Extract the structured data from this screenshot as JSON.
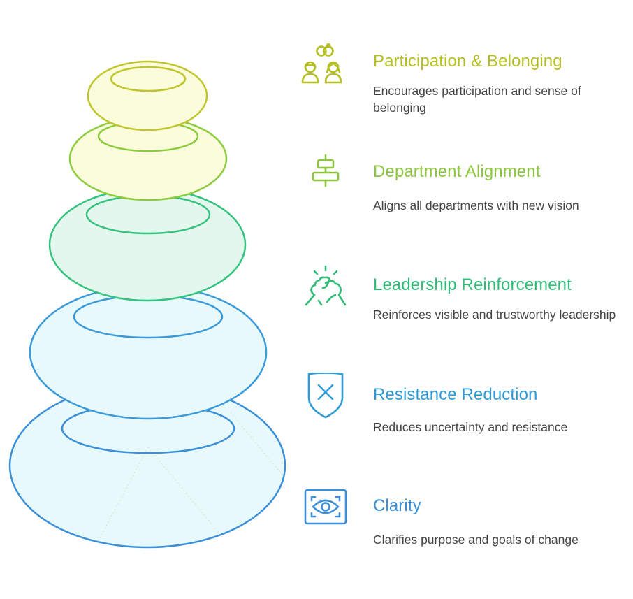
{
  "diagram": {
    "type": "stacked-stones",
    "stones": [
      {
        "level": 1,
        "label": "Participation & Belonging",
        "fill": "#fafcdc",
        "stroke": "#bfc52a"
      },
      {
        "level": 2,
        "label": "Department Alignment",
        "fill": "#fafcdc",
        "stroke": "#8ccb3c"
      },
      {
        "level": 3,
        "label": "Leadership Reinforcement",
        "fill": "#e3f7ee",
        "stroke": "#34c27e"
      },
      {
        "level": 4,
        "label": "Resistance Reduction",
        "fill": "#e8f9fb",
        "stroke": "#3a9ad9"
      },
      {
        "level": 5,
        "label": "Clarity",
        "fill": "#e8f9fb",
        "stroke": "#3a8fd8"
      }
    ]
  },
  "items": [
    {
      "icon": "people-with-rings-icon",
      "title": "Participation & Belonging",
      "description": "Encourages participation and sense of belonging",
      "color": "#b5bf22"
    },
    {
      "icon": "align-center-icon",
      "title": "Department Alignment",
      "description": "Aligns all departments with new vision",
      "color": "#8cc63e"
    },
    {
      "icon": "handshake-icon",
      "title": "Leadership Reinforcement",
      "description": "Reinforces visible and trustworthy leadership",
      "color": "#2fbd78"
    },
    {
      "icon": "shield-x-icon",
      "title": "Resistance Reduction",
      "description": "Reduces uncertainty and resistance",
      "color": "#2f9bd6"
    },
    {
      "icon": "eye-scan-icon",
      "title": "Clarity",
      "description": "Clarifies purpose and goals of change",
      "color": "#3a8fd8"
    }
  ]
}
